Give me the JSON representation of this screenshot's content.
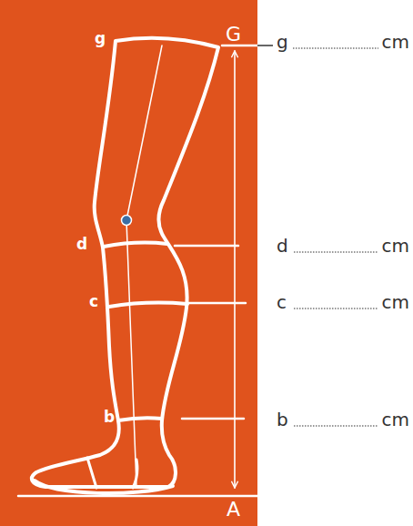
{
  "diagram": {
    "labels": [
      "g",
      "G",
      "d",
      "c",
      "b",
      "A",
      "g",
      "cm",
      "d",
      "cm",
      "c",
      "cm",
      "b",
      "cm"
    ]
  }
}
